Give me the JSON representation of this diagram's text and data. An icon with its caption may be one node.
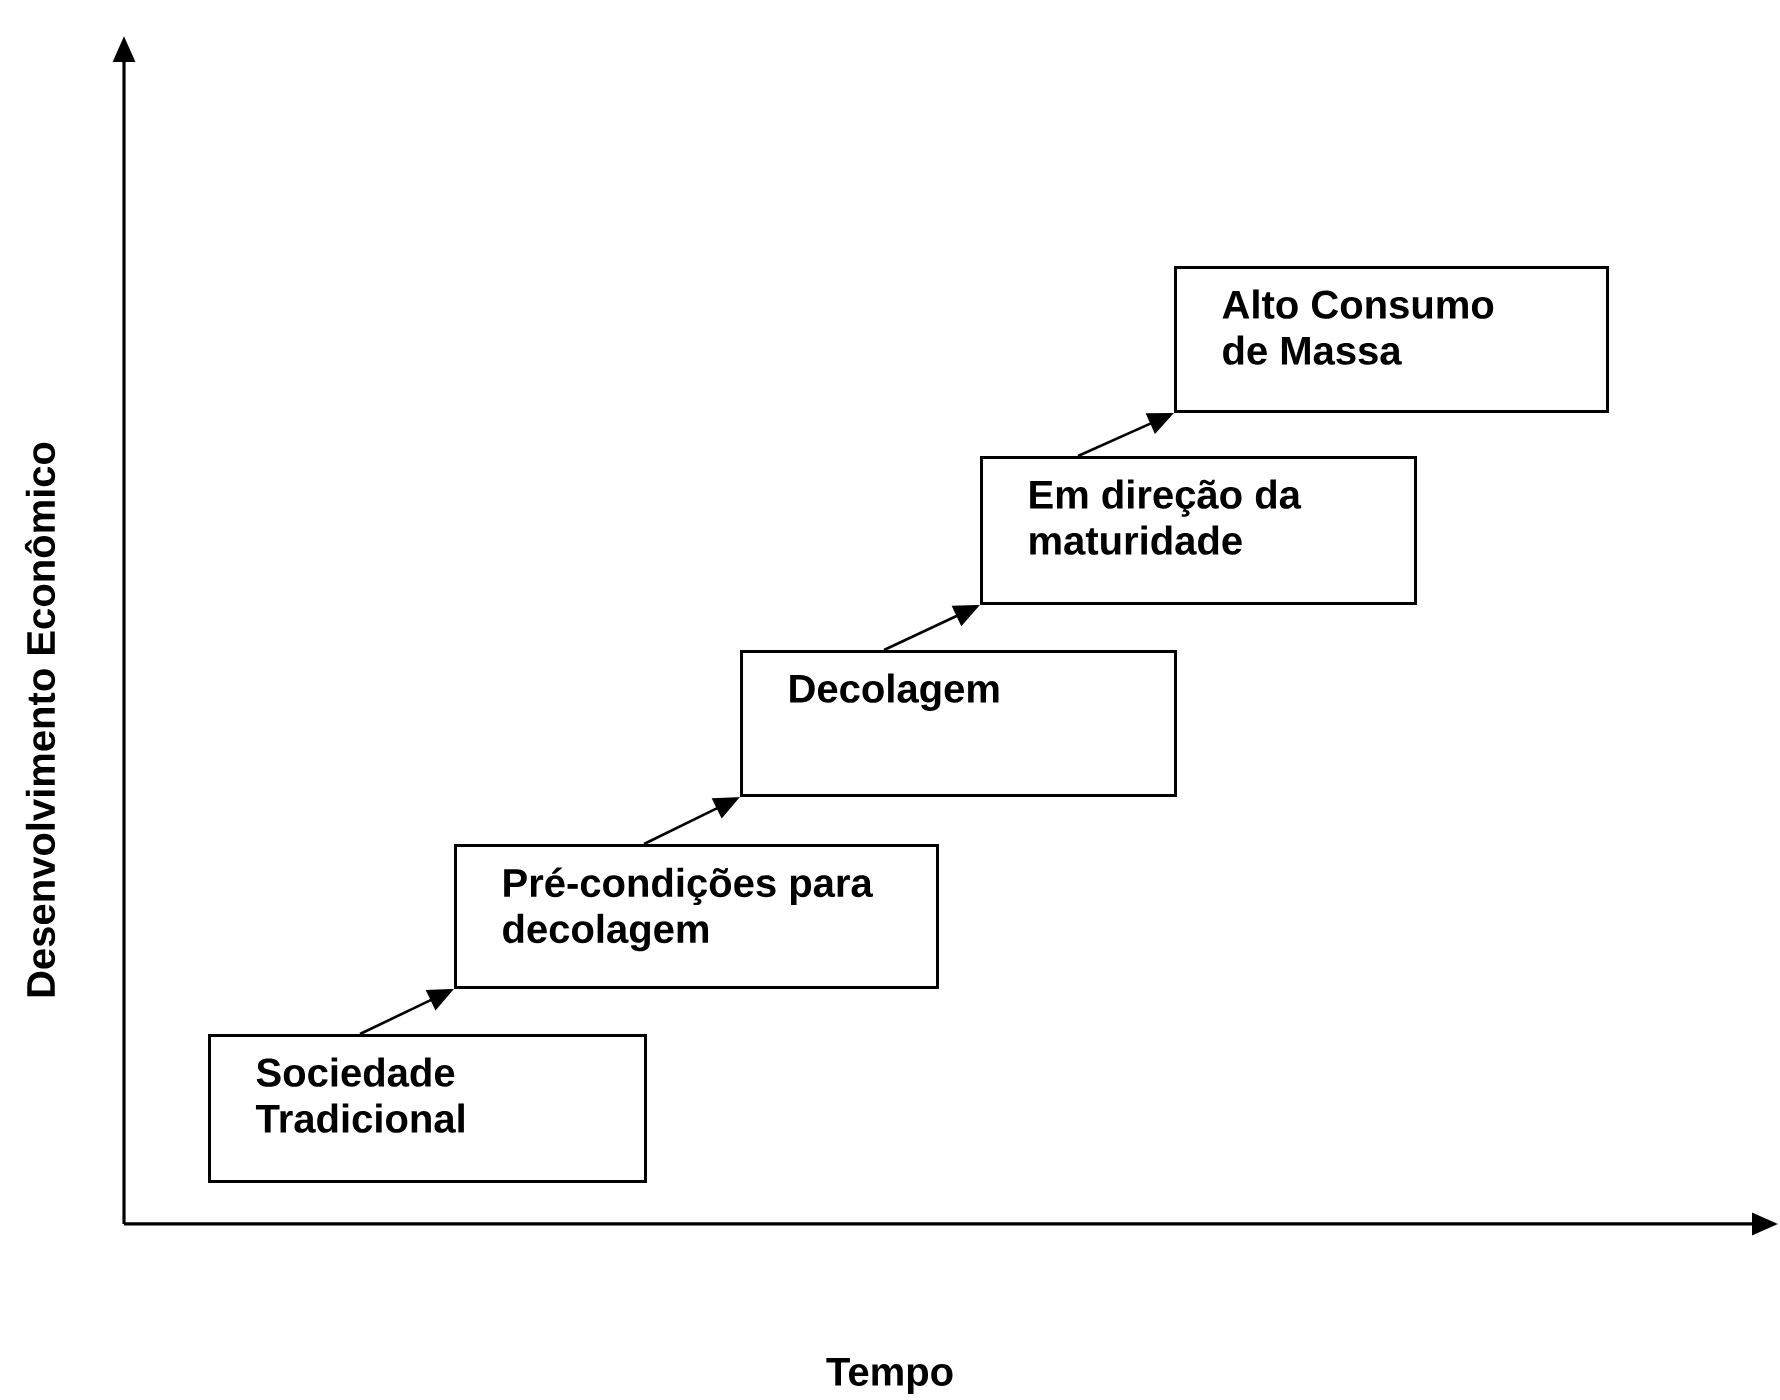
{
  "diagram": {
    "nodes": [
      {
        "text": [
          "Sociedade Tradicional"
        ]
      },
      {
        "text": [
          "Pré-condições para decolagem"
        ]
      },
      {
        "text": [
          "Decolagem"
        ]
      },
      {
        "text": [
          "Em direção da maturidade"
        ]
      },
      {
        "text": [
          "Alto Consumo de Massa"
        ]
      }
    ],
    "edges": [
      {
        "from": 0,
        "to": 1,
        "arrow": "to"
      },
      {
        "from": 1,
        "to": 2,
        "arrow": "to"
      },
      {
        "from": 2,
        "to": 3,
        "arrow": "to"
      },
      {
        "from": 3,
        "to": 4,
        "arrow": "to"
      }
    ],
    "labels": [
      "Desenvolvimento Econômico",
      "Tempo"
    ]
  }
}
